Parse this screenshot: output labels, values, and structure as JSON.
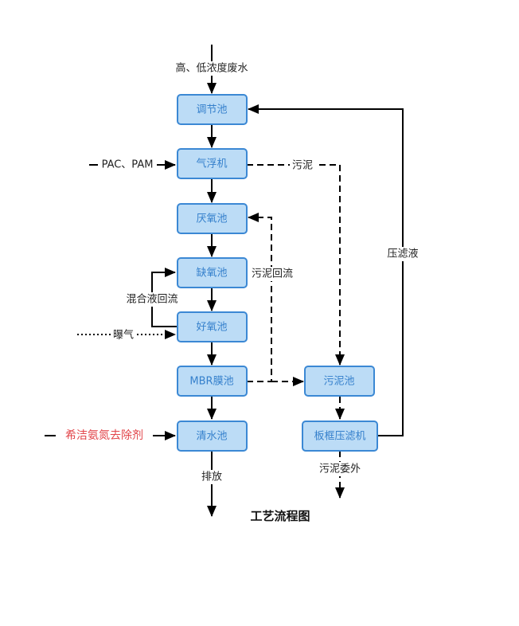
{
  "title": "工艺流程图",
  "colors": {
    "box_fill": "#bcdcf6",
    "box_stroke": "#3b88d4",
    "box_text": "#3580cc",
    "line": "#000000",
    "highlight_text": "#e2454a"
  },
  "nodes": {
    "tiaojiechi": "调节池",
    "qifuji": "气浮机",
    "yanyangchi": "厌氧池",
    "queyangchi": "缺氧池",
    "haoyangchi": "好氧池",
    "mbr": "MBR膜池",
    "qingshuichi": "清水池",
    "wunichi": "污泥池",
    "bankuang": "板框压滤机"
  },
  "labels": {
    "inflow": "高、低浓度废水",
    "pac_pam": "PAC、PAM",
    "sludge": "污泥",
    "sludge_return": "污泥回流",
    "mixed_return": "混合液回流",
    "aeration": "曝气",
    "reagent": "希洁氨氮去除剂",
    "discharge": "排放",
    "sludge_out": "污泥委外",
    "filtrate": "压滤液"
  }
}
